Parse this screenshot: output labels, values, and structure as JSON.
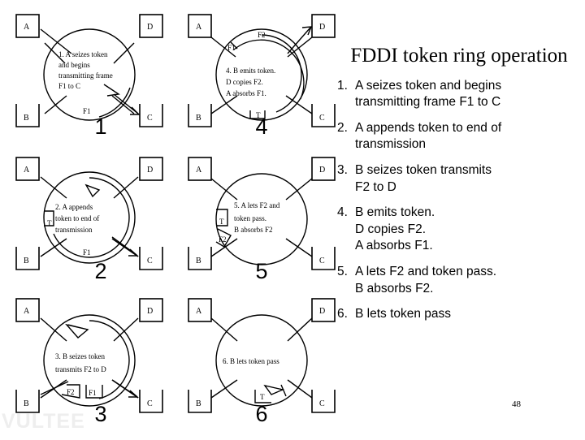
{
  "title": "FDDI token ring operation",
  "page_number": "48",
  "watermark": "VULTEE",
  "steps": [
    {
      "num": "1.",
      "text": "A seizes token and begins\ntransmitting frame F1 to C"
    },
    {
      "num": "2.",
      "text": "A appends token to end of\ntransmission"
    },
    {
      "num": "3.",
      "text": "B seizes token transmits\nF2 to D"
    },
    {
      "num": "4.",
      "text": "B emits token.\nD copies F2.\nA absorbs F1."
    },
    {
      "num": "5.",
      "text": "A lets F2 and token pass.\nB absorbs F2."
    },
    {
      "num": "6.",
      "text": "B lets token pass"
    }
  ],
  "panels": [
    {
      "id": "panel-1",
      "number": "1",
      "nodes": {
        "tl": "A",
        "tr": "D",
        "bl": "B",
        "br": "C"
      },
      "ring_text": [
        "1. A seizes token",
        "and begins",
        "transmitting frame",
        "F1 to C"
      ],
      "frame_labels": [
        "F1"
      ]
    },
    {
      "id": "panel-2",
      "number": "2",
      "nodes": {
        "tl": "A",
        "tr": "D",
        "bl": "B",
        "br": "C"
      },
      "ring_text": [
        "2. A appends",
        "token to end of",
        "transmission"
      ],
      "frame_labels": [
        "T",
        "F1"
      ]
    },
    {
      "id": "panel-3",
      "number": "3",
      "nodes": {
        "tl": "A",
        "tr": "D",
        "bl": "B",
        "br": "C"
      },
      "ring_text": [
        "3. B seizes token",
        "transmits F2 to D"
      ],
      "frame_labels": [
        "F2",
        "F1"
      ]
    },
    {
      "id": "panel-4",
      "number": "4",
      "nodes": {
        "tl": "A",
        "tr": "D",
        "bl": "B",
        "br": "C"
      },
      "ring_text": [
        "4. B emits token.",
        "D copies F2.",
        "A absorbs F1."
      ],
      "frame_labels": [
        "F1",
        "F2",
        "T"
      ]
    },
    {
      "id": "panel-5",
      "number": "5",
      "nodes": {
        "tl": "A",
        "tr": "D",
        "bl": "B",
        "br": "C"
      },
      "ring_text": [
        "5. A lets F2 and",
        "token pass.",
        "B absorbs F2"
      ],
      "frame_labels": [
        "T",
        "F2"
      ]
    },
    {
      "id": "panel-6",
      "number": "6",
      "nodes": {
        "tl": "A",
        "tr": "D",
        "bl": "B",
        "br": "C"
      },
      "ring_text": [
        "6. B lets token pass"
      ],
      "frame_labels": [
        "T"
      ]
    }
  ],
  "colors": {
    "ink": "#000000",
    "background": "#ffffff",
    "watermark": "#eeeeee"
  }
}
